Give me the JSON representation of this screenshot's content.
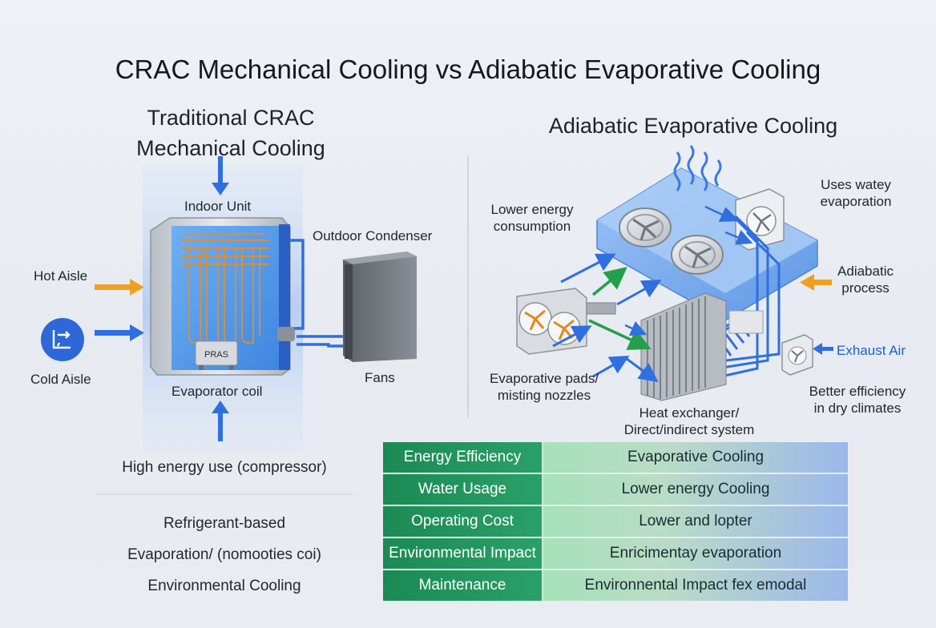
{
  "title": "CRAC Mechanical Cooling vs Adiabatic Evaporative Cooling",
  "left": {
    "title_line1": "Traditional CRAC",
    "title_line2": "Mechanical Cooling",
    "indoor_unit": "Indoor Unit",
    "outdoor_condenser": "Outdoor Condenser",
    "hot_aisle": "Hot Aisle",
    "cold_aisle": "Cold Aisle",
    "compressor_label": "PRAS",
    "evaporator_coil": "Evaporator coil",
    "fans": "Fans",
    "notes": [
      "High energy use (compressor)",
      "Refrigerant-based",
      "Evaporation/ (nomooties coi)",
      "Environmental Cooling"
    ]
  },
  "right": {
    "title": "Adiabatic Evaporative Cooling",
    "lower_energy_line1": "Lower energy",
    "lower_energy_line2": "consumption",
    "uses_water_line1": "Uses watey",
    "uses_water_line2": "evaporation",
    "adiabatic_line1": "Adiabatic",
    "adiabatic_line2": "process",
    "exhaust_air": "Exhaust Air",
    "pads_line1": "Evaporative pads/",
    "pads_line2": "misting nozzles",
    "hx_line1": "Heat exchanger/",
    "hx_line2": "Direct/indirect system",
    "better_line1": "Better efficiency",
    "better_line2": "in dry climates"
  },
  "table": {
    "rows": [
      {
        "key": "Energy Efficiency",
        "value": "Evaporative Cooling"
      },
      {
        "key": "Water Usage",
        "value": "Lower energy Cooling"
      },
      {
        "key": "Operating Cost",
        "value": "Lower and lopter"
      },
      {
        "key": "Environmental Impact",
        "value": "Enricimentay evaporation"
      },
      {
        "key": "Maintenance",
        "value": "Environnental Impact fex emodal"
      }
    ]
  },
  "colors": {
    "arrow_blue": "#2f6fe0",
    "arrow_orange": "#f0a020",
    "arrow_green": "#22a04a",
    "table_key_green": "#1e8c56",
    "table_value_blue": "#9cb8ea",
    "unit_blue": "#3a7fe8"
  }
}
